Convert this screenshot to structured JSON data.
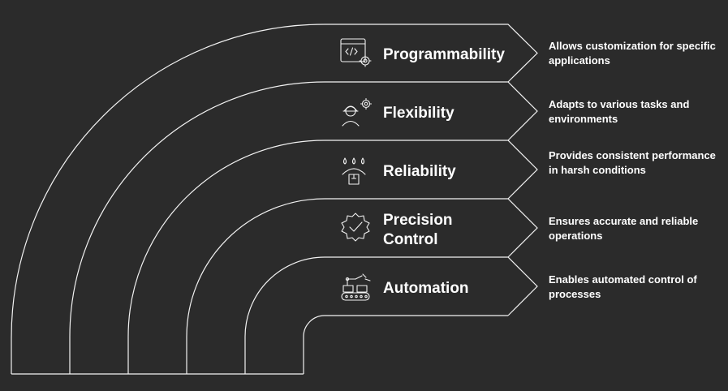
{
  "bands": [
    {
      "label_lines": [
        "Programmability"
      ],
      "icon": "code-gear-window-icon",
      "description": "Allows customization for specific applications"
    },
    {
      "label_lines": [
        "Flexibility"
      ],
      "icon": "worker-gear-icon",
      "description": "Adapts to various tasks and environments"
    },
    {
      "label_lines": [
        "Reliability"
      ],
      "icon": "weather-resistant-box-icon",
      "description": "Provides consistent performance in harsh conditions"
    },
    {
      "label_lines": [
        "Precision",
        "Control"
      ],
      "icon": "gear-checkmark-icon",
      "description": "Ensures accurate and reliable operations"
    },
    {
      "label_lines": [
        "Automation"
      ],
      "icon": "robotic-arm-conveyor-icon",
      "description": "Enables automated control of processes"
    }
  ],
  "colors": {
    "background": "#2b2b2b",
    "stroke": "#f2f2f2",
    "text": "#ffffff"
  }
}
